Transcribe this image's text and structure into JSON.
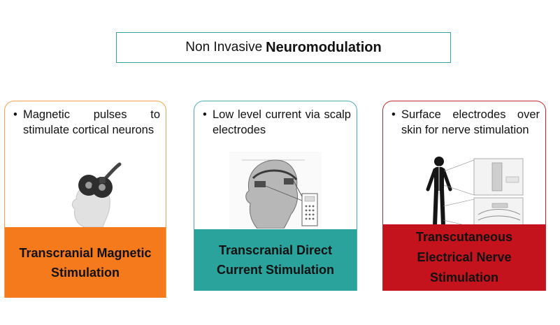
{
  "title": {
    "prefix": "Non Invasive",
    "main": "Neuromodulation"
  },
  "cards": [
    {
      "bullet": "Magnetic pulses to stimulate cortical neurons",
      "title_line1": "Transcranial Magnetic",
      "title_line2": "Stimulation",
      "illustration": "tms-coil-head-illustration",
      "border_color": "#f5a24b",
      "fill_color": "#f57a1c"
    },
    {
      "bullet": "Low level current via scalp electrodes",
      "title_line1": "Transcranial Direct",
      "title_line2": "Current Stimulation",
      "illustration": "tdcs-head-electrodes-illustration",
      "border_color": "#4aaeb1",
      "fill_color": "#2aa39c"
    },
    {
      "bullet": "Surface electrodes over skin for nerve stimulation",
      "title_line1": "Transcutaneous",
      "title_line2": "Electrical Nerve",
      "title_line3": "Stimulation",
      "illustration": "tens-body-electrodes-illustration",
      "border_color": "#c2262b",
      "fill_color": "#c4131d"
    }
  ]
}
